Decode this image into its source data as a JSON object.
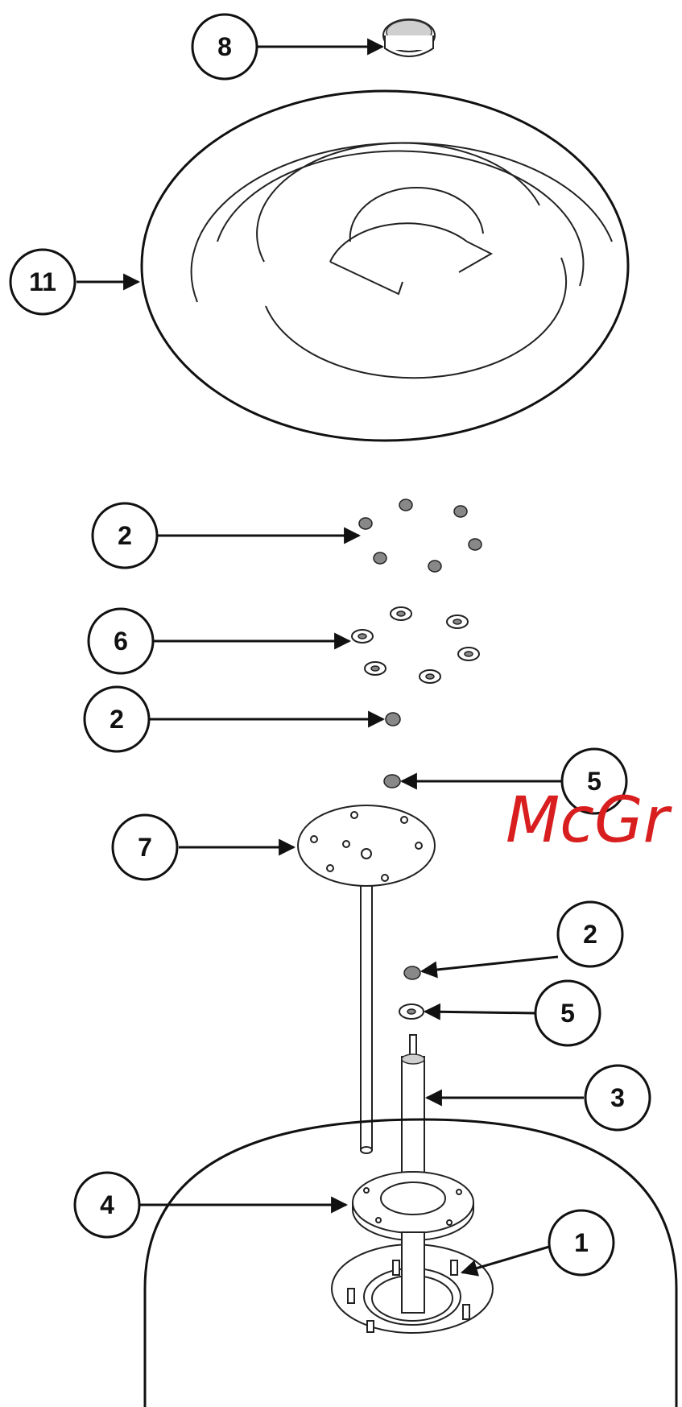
{
  "callouts": [
    {
      "id": "8",
      "label": "8"
    },
    {
      "id": "11",
      "label": "11"
    },
    {
      "id": "2a",
      "label": "2"
    },
    {
      "id": "6",
      "label": "6"
    },
    {
      "id": "2b",
      "label": "2"
    },
    {
      "id": "5a",
      "label": "5"
    },
    {
      "id": "7",
      "label": "7"
    },
    {
      "id": "2c",
      "label": "2"
    },
    {
      "id": "5b",
      "label": "5"
    },
    {
      "id": "3",
      "label": "3"
    },
    {
      "id": "4",
      "label": "4"
    },
    {
      "id": "1",
      "label": "1"
    }
  ],
  "watermark": "McGr"
}
